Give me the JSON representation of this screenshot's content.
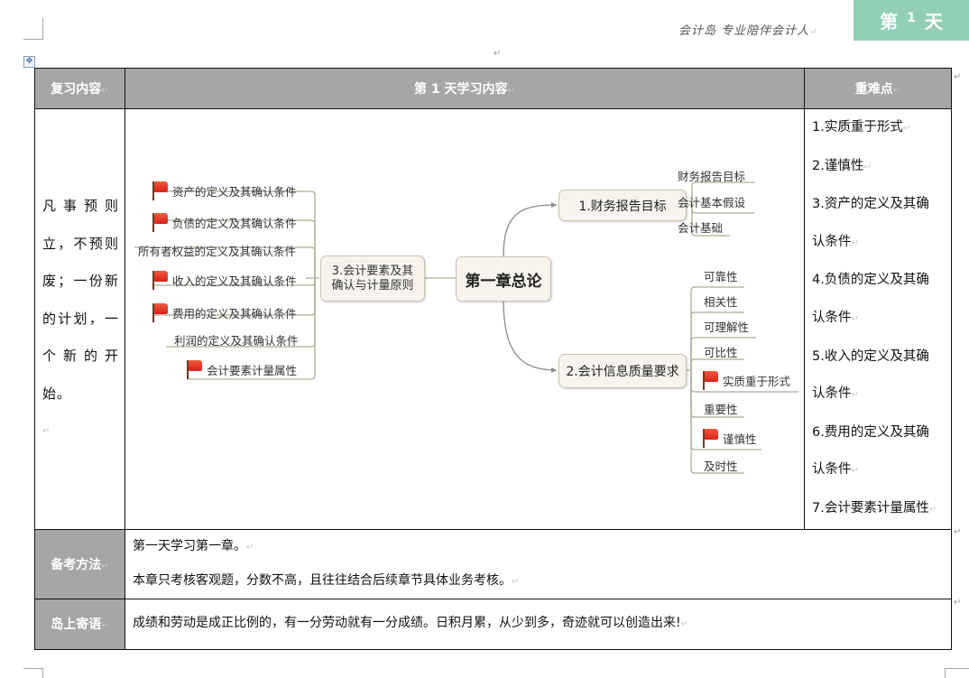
{
  "page": {
    "slogan": "会计岛 专业陪伴会计人",
    "day_badge": {
      "prefix": "第",
      "number": "1",
      "suffix": "天",
      "color": "#93cfb6"
    },
    "paragraph_mark": "↵"
  },
  "table": {
    "header": {
      "col1": "复习内容",
      "col2": "第 1 天学习内容",
      "col3": "重难点",
      "bg_color": "#a6a6a6"
    },
    "review_motto": [
      "凡事预则",
      "立，不预则",
      "废；一份新",
      "的计划，一",
      "个新的开",
      "始。"
    ],
    "mindmap": {
      "root": "第一章总论",
      "branch1": {
        "label": "1.财务报告目标",
        "children": [
          "财务报告目标",
          "会计基本假设",
          "会计基础"
        ]
      },
      "branch2": {
        "label": "2.会计信息质量要求",
        "children": [
          {
            "label": "可靠性",
            "flag": false
          },
          {
            "label": "相关性",
            "flag": false
          },
          {
            "label": "可理解性",
            "flag": false
          },
          {
            "label": "可比性",
            "flag": false
          },
          {
            "label": "实质重于形式",
            "flag": true
          },
          {
            "label": "重要性",
            "flag": false
          },
          {
            "label": "谨慎性",
            "flag": true
          },
          {
            "label": "及时性",
            "flag": false
          }
        ]
      },
      "branch3": {
        "label_line1": "3.会计要素及其",
        "label_line2": "确认与计量原则",
        "children": [
          {
            "label": "资产的定义及其确认条件",
            "flag": true
          },
          {
            "label": "负债的定义及其确认条件",
            "flag": true
          },
          {
            "label": "所有者权益的定义及其确认条件",
            "flag": false
          },
          {
            "label": "收入的定义及其确认条件",
            "flag": true
          },
          {
            "label": "费用的定义及其确认条件",
            "flag": true
          },
          {
            "label": "利润的定义及其确认条件",
            "flag": false
          },
          {
            "label": "会计要素计量属性",
            "flag": true
          }
        ]
      }
    },
    "key_points": [
      "1.实质重于形式",
      "2.谨慎性",
      "3.资产的定义及其确",
      "认条件",
      "4.负债的定义及其确",
      "认条件",
      "5.收入的定义及其确",
      "认条件",
      "6.费用的定义及其确",
      "认条件",
      "7.会计要素计量属性"
    ],
    "study_method": {
      "label": "备考方法",
      "lines": [
        "第一天学习第一章。",
        "本章只考核客观题，分数不高，且往往结合后续章节具体业务考核。"
      ]
    },
    "island_message": {
      "label": "岛上寄语",
      "text": "成绩和劳动是成正比例的，有一分劳动就有一分成绩。日积月累，从少到多，奇迹就可以创造出来!"
    }
  }
}
